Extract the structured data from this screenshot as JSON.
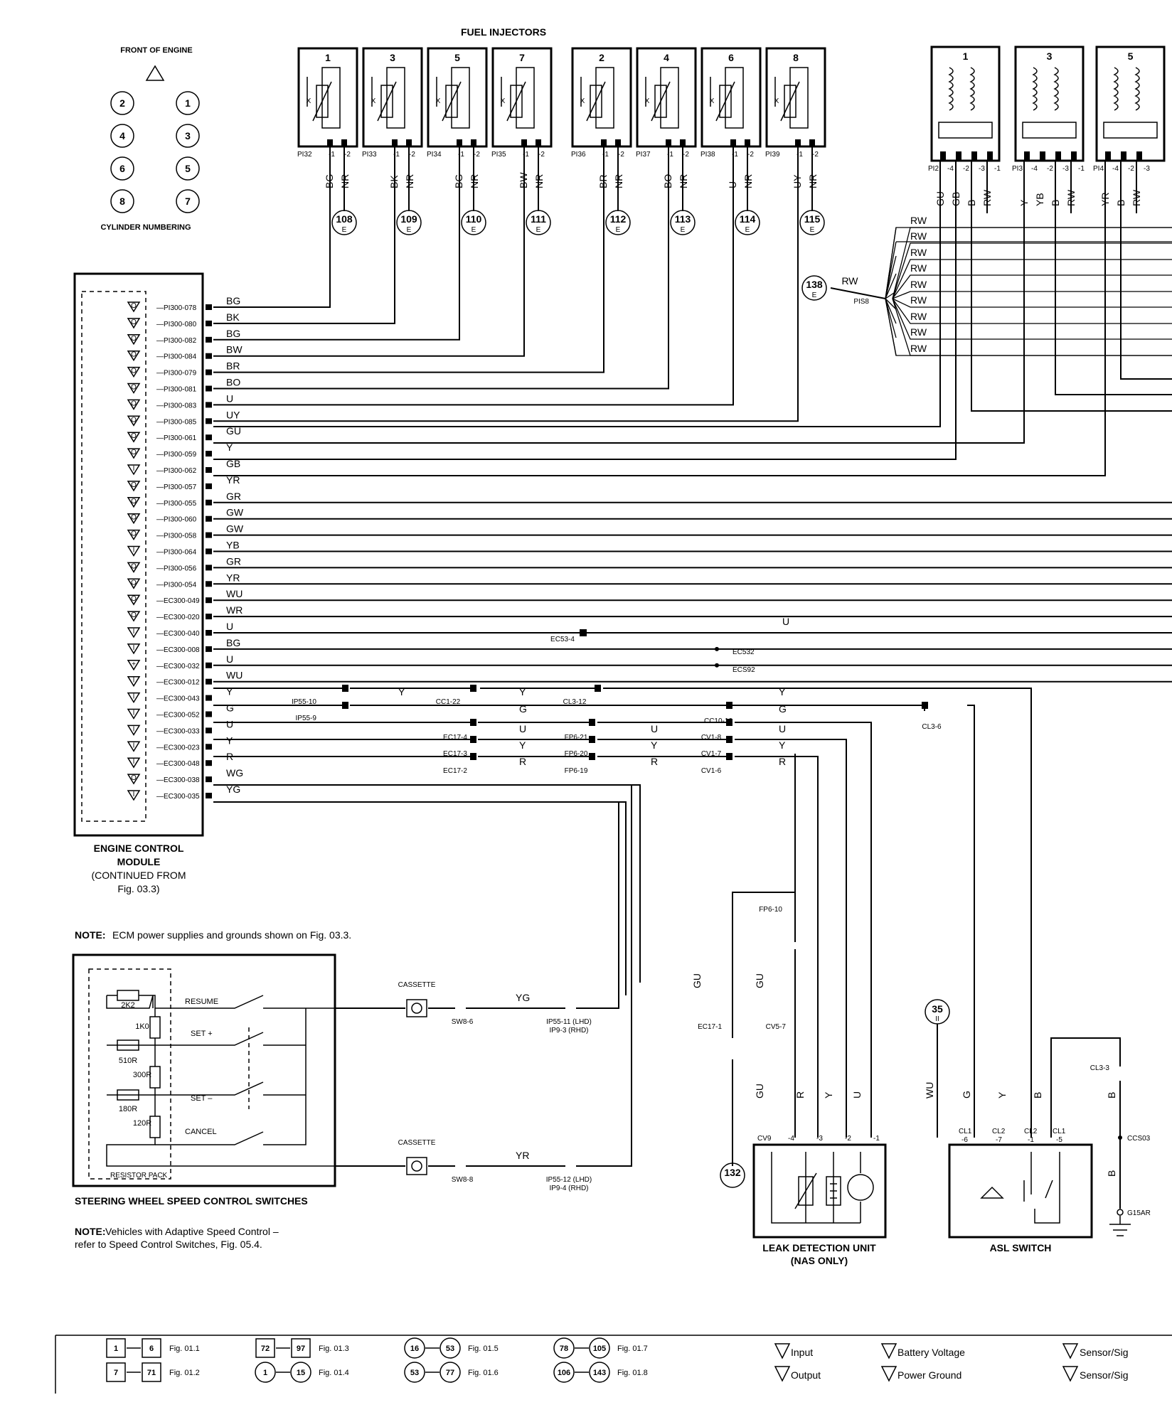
{
  "title": "FUEL INJECTORS",
  "front": {
    "label": "FRONT OF ENGINE",
    "cylinders": [
      "2",
      "1",
      "4",
      "3",
      "6",
      "5",
      "8",
      "7"
    ],
    "caption": "CYLINDER NUMBERING"
  },
  "injectors": [
    {
      "num": "1",
      "conn": "PI32",
      "color": "BG",
      "ref": "108"
    },
    {
      "num": "3",
      "conn": "PI33",
      "color": "BK",
      "ref": "109"
    },
    {
      "num": "5",
      "conn": "PI34",
      "color": "BG",
      "ref": "110"
    },
    {
      "num": "7",
      "conn": "PI35",
      "color": "BW",
      "ref": "111"
    },
    {
      "num": "2",
      "conn": "PI36",
      "color": "BR",
      "ref": "112"
    },
    {
      "num": "4",
      "conn": "PI37",
      "color": "BO",
      "ref": "113"
    },
    {
      "num": "6",
      "conn": "PI38",
      "color": "U",
      "ref": "114"
    },
    {
      "num": "8",
      "conn": "PI39",
      "color": "UY",
      "ref": "115"
    }
  ],
  "injector_pins": [
    "-1",
    "-2"
  ],
  "injector_return": "NR",
  "ref_suffix": "E",
  "coils": [
    {
      "num": "1",
      "conn": "PI2",
      "pins": [
        "-4",
        "-2",
        "-3",
        "-1"
      ],
      "colors": [
        "GU",
        "GB",
        "B",
        "RW"
      ]
    },
    {
      "num": "3",
      "conn": "PI3",
      "pins": [
        "-4",
        "-2",
        "-3",
        "-1"
      ],
      "colors": [
        "Y",
        "YB",
        "B",
        "RW"
      ]
    },
    {
      "num": "5",
      "conn": "PI4",
      "pins": [
        "-4",
        "-2",
        "-3"
      ],
      "colors": [
        "YR",
        "B",
        "RW"
      ]
    }
  ],
  "splice": {
    "ref": "138",
    "color": "RW",
    "name": "PIS8",
    "rw_labels": [
      "RW",
      "RW",
      "RW",
      "RW",
      "RW",
      "RW",
      "RW",
      "RW",
      "RW"
    ]
  },
  "ecm": {
    "pins": [
      "PI300-078",
      "PI300-080",
      "PI300-082",
      "PI300-084",
      "PI300-079",
      "PI300-081",
      "PI300-083",
      "PI300-085",
      "PI300-061",
      "PI300-059",
      "PI300-062",
      "PI300-057",
      "PI300-055",
      "PI300-060",
      "PI300-058",
      "PI300-064",
      "PI300-056",
      "PI300-054",
      "EC300-049",
      "EC300-020",
      "EC300-040",
      "EC300-008",
      "EC300-032",
      "EC300-012",
      "EC300-043",
      "EC300-052",
      "EC300-033",
      "EC300-023",
      "EC300-048",
      "EC300-038",
      "EC300-035"
    ],
    "colors": [
      "BG",
      "BK",
      "BG",
      "BW",
      "BR",
      "BO",
      "U",
      "UY",
      "GU",
      "Y",
      "GB",
      "YR",
      "GR",
      "GW",
      "GW",
      "YB",
      "GR",
      "YR",
      "WU",
      "WR",
      "U",
      "BG",
      "U",
      "WU",
      "Y",
      "G",
      "U",
      "Y",
      "R",
      "WG",
      "YG"
    ],
    "symbols": [
      "O",
      "O",
      "O",
      "O",
      "O",
      "O",
      "O",
      "O",
      "O",
      "O",
      "I",
      "O",
      "O",
      "O",
      "O",
      "I",
      "O",
      "O",
      "O",
      "O",
      "I",
      "I",
      "+",
      "I",
      "I",
      "I",
      "I",
      "I",
      "I",
      "O",
      "I"
    ],
    "caption": [
      "ENGINE CONTROL",
      "MODULE",
      "(CONTINUED FROM",
      "Fig. 03.3)"
    ]
  },
  "connectors": {
    "ec53": "EC53-4",
    "ecs32": "EC532",
    "ecs92": "ECS92",
    "ip5510": "IP55-10",
    "ip559": "IP55-9",
    "cc122": "CC1-22",
    "cl312": "CL3-12",
    "ec174": "EC17-4",
    "ec173": "EC17-3",
    "ec172": "EC17-2",
    "fp621": "FP6-21",
    "fp620": "FP6-20",
    "fp619": "FP6-19",
    "cc1010": "CC10-10",
    "cv18": "CV1-8",
    "cv17": "CV1-7",
    "cv16": "CV1-6",
    "cl36": "CL3-6",
    "fp610": "FP6-10",
    "ec171": "EC17-1",
    "cv57": "CV5-7",
    "sw86": "SW8-6",
    "sw88": "SW8-8",
    "ip5511": "IP55-11 (LHD)",
    "ip93": "IP9-3 (RHD)",
    "ip5512": "IP55-12 (LHD)",
    "ip94": "IP9-4 (RHD)",
    "cl33": "CL3-3",
    "ccs03": "CCS03",
    "g15ar": "G15AR",
    "cassette": "CASSETTE"
  },
  "wire_labels": {
    "u_mid": "U",
    "y_a": "Y",
    "y_b": "Y",
    "y_c": "Y",
    "g_b": "G",
    "g_c": "G",
    "u_b": "U",
    "u_c": "U",
    "u_d": "U",
    "y_d": "Y",
    "y_e": "Y",
    "y_f": "Y",
    "r_b": "R",
    "r_c": "R",
    "r_d": "R",
    "yg": "YG",
    "yr": "YR",
    "gu_a": "GU",
    "gu_b": "GU",
    "gu_c": "GU",
    "ldu_r": "R",
    "ldu_y": "Y",
    "ldu_u": "U",
    "asl_wu": "WU",
    "asl_g": "G",
    "asl_y": "Y",
    "asl_b": "B",
    "b1": "B",
    "b2": "B"
  },
  "refs": {
    "r132": "132",
    "r35": "35",
    "r35_suffix": "II"
  },
  "ldu": {
    "conn": "CV9",
    "pins": [
      "-4",
      "-3",
      "-2",
      "-1"
    ],
    "caption": [
      "LEAK DETECTION UNIT",
      "(NAS ONLY)"
    ]
  },
  "asl": {
    "conns": [
      "CL1",
      "CL2",
      "CL2",
      "CL1"
    ],
    "pins": [
      "-6",
      "-7",
      "-1",
      "-5"
    ],
    "caption": "ASL SWITCH"
  },
  "swc": {
    "resistors": [
      "2K2",
      "1K0",
      "510R",
      "300R",
      "180R",
      "120R"
    ],
    "switches": [
      "RESUME",
      "SET +",
      "SET –",
      "CANCEL"
    ],
    "pack": "RESISTOR PACK",
    "caption": "STEERING WHEEL SPEED CONTROL SWITCHES"
  },
  "notes": {
    "ecm_label": "NOTE:",
    "ecm_text": "ECM power supplies and grounds shown on Fig. 03.3.",
    "asc_label": "NOTE:",
    "asc_text1": "Vehicles with Adaptive Speed Control –",
    "asc_text2": "refer to Speed Control Switches, Fig. 05.4."
  },
  "legend": {
    "rows": [
      {
        "a": "1",
        "b": "6",
        "fig": "Fig. 01.1"
      },
      {
        "a": "7",
        "b": "71",
        "fig": "Fig. 01.2"
      },
      {
        "a": "72",
        "b": "97",
        "fig": "Fig. 01.3"
      },
      {
        "a": "1",
        "b": "15",
        "fig": "Fig. 01.4"
      },
      {
        "a": "16",
        "b": "53",
        "fig": "Fig. 01.5"
      },
      {
        "a": "53",
        "b": "77",
        "fig": "Fig. 01.6"
      },
      {
        "a": "78",
        "b": "105",
        "fig": "Fig. 01.7"
      },
      {
        "a": "106",
        "b": "143",
        "fig": "Fig. 01.8"
      }
    ],
    "symbols": [
      "Input",
      "Output",
      "Battery Voltage",
      "Power Ground",
      "Sensor/Sig",
      "Sensor/Sig"
    ]
  }
}
